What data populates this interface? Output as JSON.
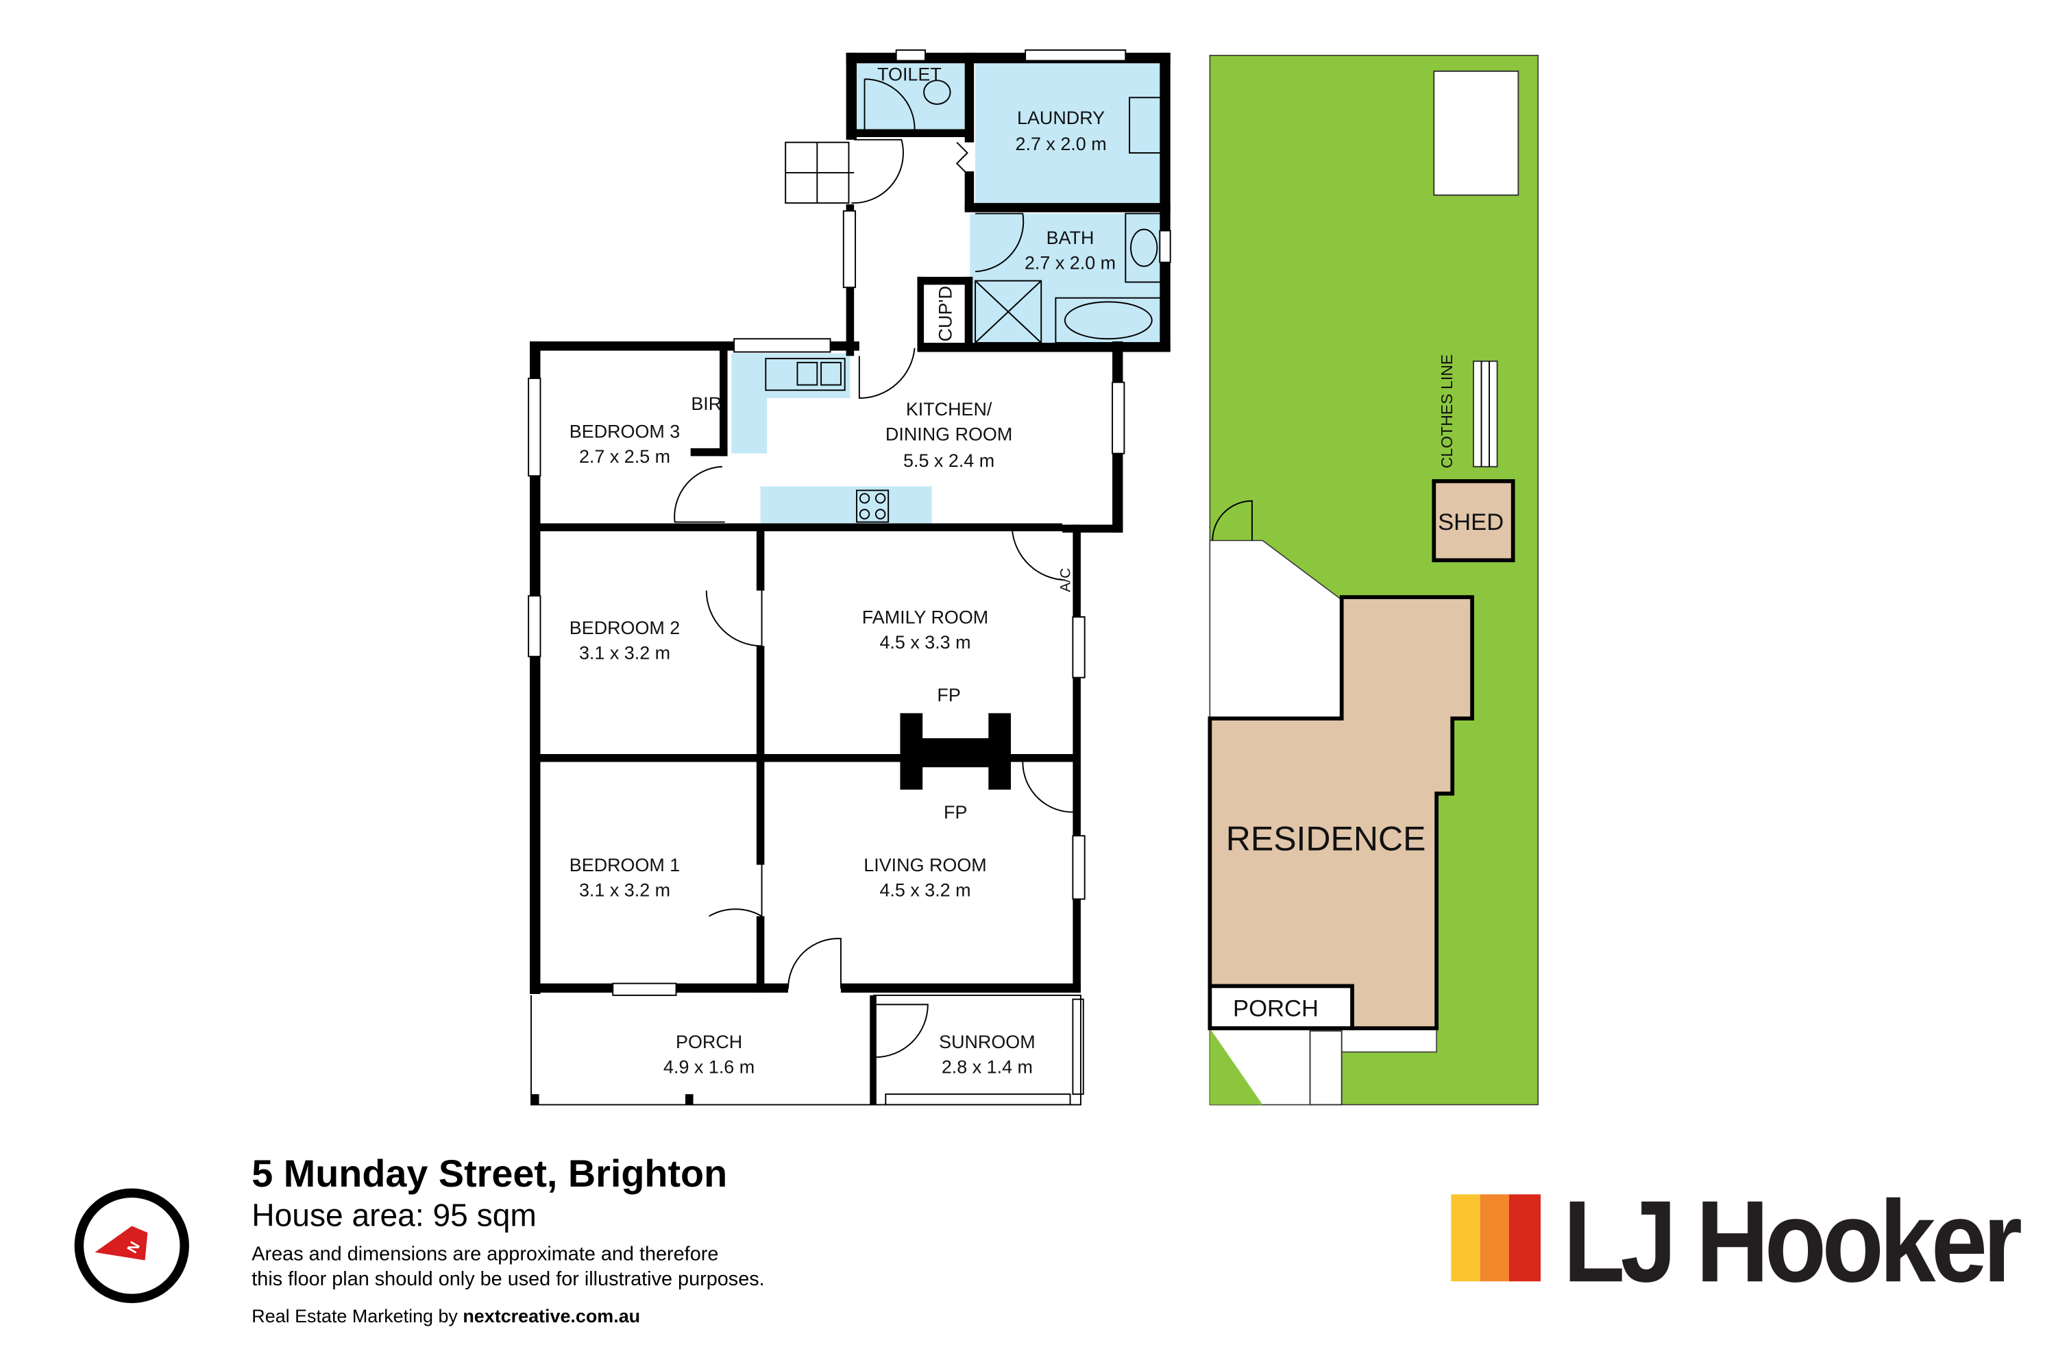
{
  "rooms": {
    "toilet": {
      "name": "TOILET"
    },
    "laundry": {
      "name": "LAUNDRY",
      "size": "2.7 x 2.0 m"
    },
    "bath": {
      "name": "BATH",
      "size": "2.7 x 2.0 m"
    },
    "cupd": {
      "name": "CUP'D"
    },
    "bir": {
      "name": "BIR"
    },
    "bedroom3": {
      "name": "BEDROOM 3",
      "size": "2.7 x 2.5 m"
    },
    "kitchen": {
      "name1": "KITCHEN/",
      "name2": "DINING ROOM",
      "size": "5.5 x 2.4 m"
    },
    "ac": {
      "name": "A/C"
    },
    "bedroom2": {
      "name": "BEDROOM 2",
      "size": "3.1 x 3.2 m"
    },
    "family": {
      "name": "FAMILY ROOM",
      "size": "4.5 x 3.3 m"
    },
    "fp_top": {
      "name": "FP"
    },
    "fp_bottom": {
      "name": "FP"
    },
    "bedroom1": {
      "name": "BEDROOM 1",
      "size": "3.1 x 3.2 m"
    },
    "living": {
      "name": "LIVING ROOM",
      "size": "4.5 x 3.2 m"
    },
    "porch": {
      "name": "PORCH",
      "size": "4.9 x 1.6 m"
    },
    "sunroom": {
      "name": "SUNROOM",
      "size": "2.8 x 1.4 m"
    }
  },
  "site": {
    "clothes_line": "CLOTHES LINE",
    "shed": "SHED",
    "residence": "RESIDENCE",
    "porch": "PORCH",
    "lawn_color": "#8cc63f",
    "residence_color": "#e0c5a8"
  },
  "footer": {
    "address": "5 Munday Street, Brighton",
    "area": "House area: 95 sqm",
    "disclaimer1": "Areas and dimensions are approximate and therefore",
    "disclaimer2": "this floor plan should only be used for illustrative purposes.",
    "marketing_prefix": "Real Estate Marketing by ",
    "marketing_site": "nextcreative.com.au",
    "compass_label": "N"
  },
  "logo": {
    "text": "LJ Hooker",
    "colors": [
      "#fcc52f",
      "#f2872c",
      "#d9291c"
    ]
  }
}
